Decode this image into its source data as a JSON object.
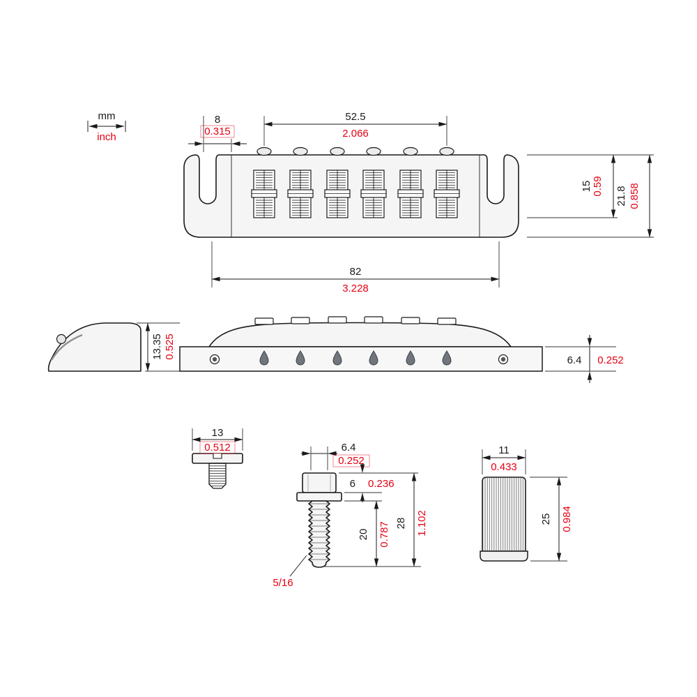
{
  "colors": {
    "ink": "#1a1a1a",
    "inch_red": "#e60012",
    "fill_light": "#f5f5f5",
    "metal_dark": "#70767c"
  },
  "legend": {
    "mm": "mm",
    "inch": "inch"
  },
  "top_view": {
    "dim_slot_offset": {
      "mm": "8",
      "inch": "0.315"
    },
    "dim_string_spread": {
      "mm": "52.5",
      "inch": "2.066"
    },
    "dim_body_height": {
      "mm": "15",
      "inch": "0.59"
    },
    "dim_total_height": {
      "mm": "21.8",
      "inch": "0.858"
    },
    "dim_stud_spacing": {
      "mm": "82",
      "inch": "3.228"
    }
  },
  "side_view": {
    "dim_profile_height": {
      "mm": "13.35",
      "inch": "0.525"
    },
    "dim_base_thickness": {
      "mm": "6.4",
      "inch": "0.252"
    }
  },
  "screw_view": {
    "dim_head_width": {
      "mm": "13",
      "inch": "0.512"
    }
  },
  "stud_view": {
    "dim_thread_dia": {
      "mm": "6.4",
      "inch": "0.252"
    },
    "dim_head_height": {
      "mm": "6",
      "inch": "0.236"
    },
    "dim_thread_length": {
      "mm": "20",
      "inch": "0.787"
    },
    "dim_total_length": {
      "mm": "28",
      "inch": "1.102"
    },
    "thread_spec": "5/16"
  },
  "bushing_view": {
    "dim_diameter": {
      "mm": "11",
      "inch": "0.433"
    },
    "dim_length": {
      "mm": "25",
      "inch": "0.984"
    }
  }
}
